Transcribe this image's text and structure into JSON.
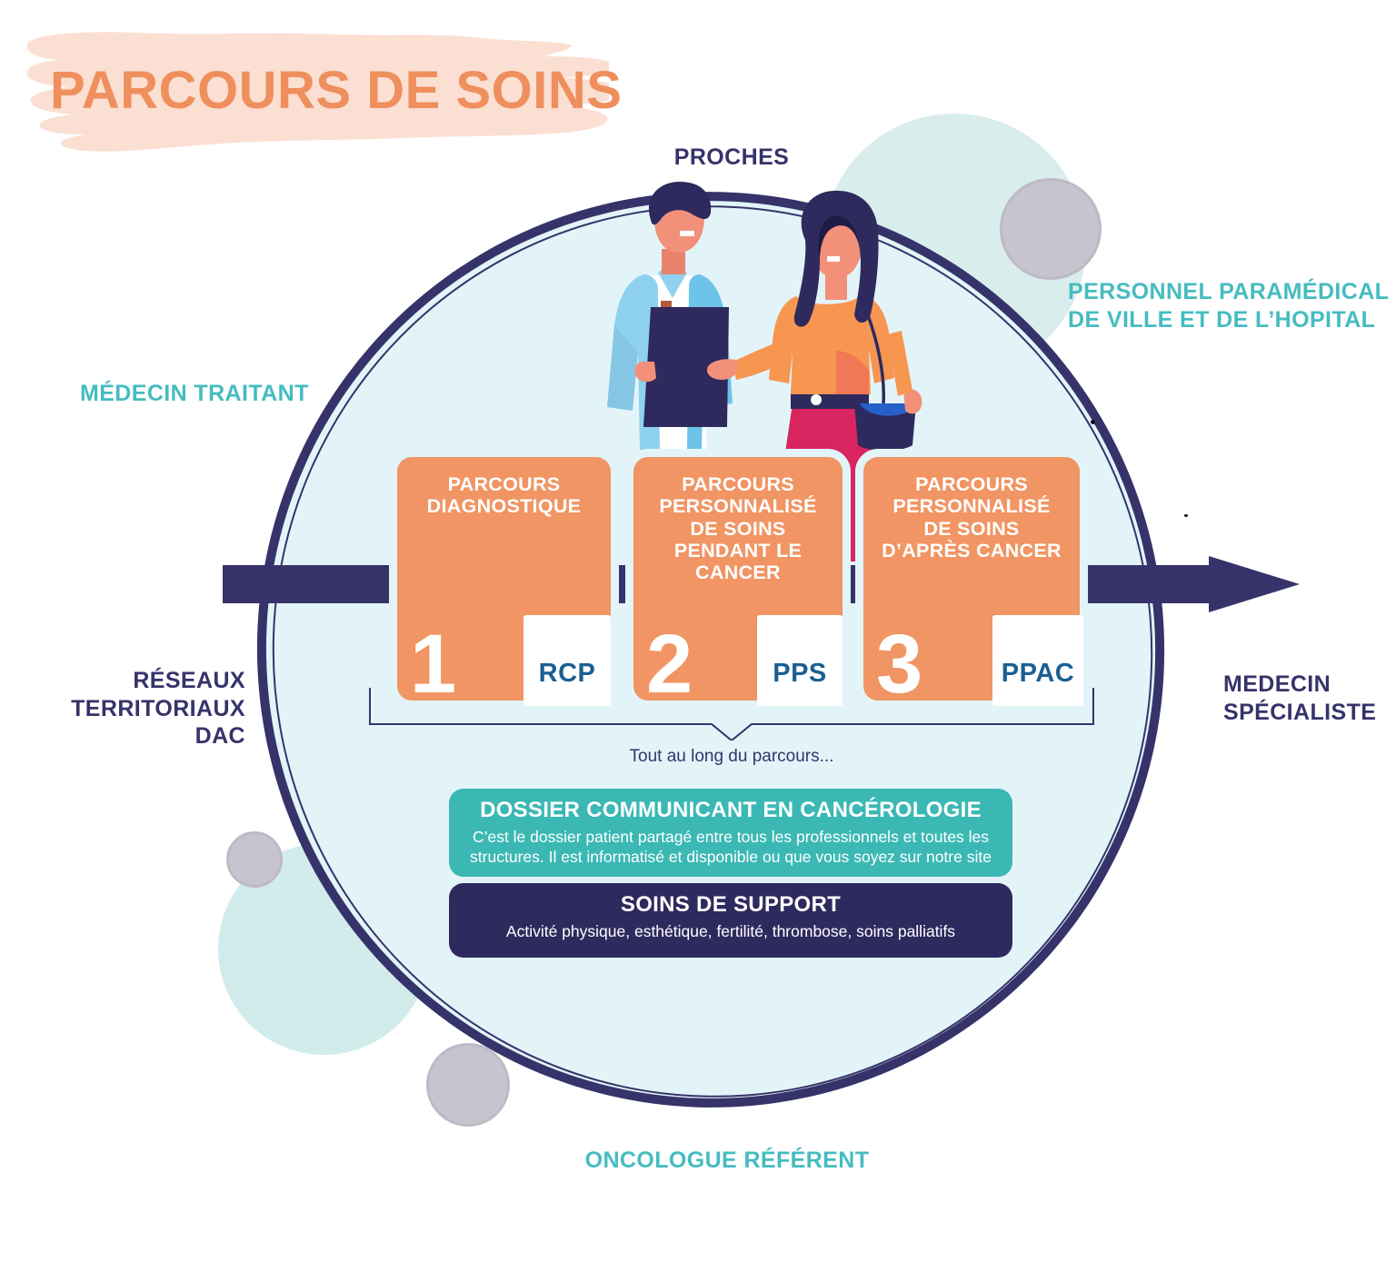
{
  "title": "PARCOURS DE SOINS",
  "colors": {
    "orange": "#f09563",
    "orange_title": "#ef8f5e",
    "brush": "#fadfd2",
    "navy": "#36336a",
    "navy_box": "#2e2a5e",
    "teal": "#45bcc0",
    "teal_box": "#3bb8b4",
    "circle_fill": "#e2f4f8",
    "deco_teal": "#d8edec",
    "deco_gray": "#c7c4cf",
    "tag_text": "#1b5f92"
  },
  "stages": [
    {
      "number": "1",
      "title": "PARCOURS\nDIAGNOSTIQUE",
      "tag": "RCP"
    },
    {
      "number": "2",
      "title": "PARCOURS\nPERSONNALISÉ\nDE SOINS\nPENDANT LE\nCANCER",
      "tag": "PPS"
    },
    {
      "number": "3",
      "title": "PARCOURS\nPERSONNALISÉ\nDE SOINS\nD’APRÈS CANCER",
      "tag": "PPAC"
    }
  ],
  "bracket_caption": "Tout au long du parcours...",
  "info_boxes": [
    {
      "title": "DOSSIER COMMUNICANT EN CANCÉROLOGIE",
      "subtitle": "C’est le dossier patient partagé entre tous les professionnels et toutes les structures. Il est informatisé et disponible ou que vous soyez sur notre site"
    },
    {
      "title": "SOINS DE SUPPORT",
      "subtitle": "Activité physique, esthétique, fertilité, thrombose, soins palliatifs"
    }
  ],
  "ring_labels": {
    "top": "PROCHES",
    "right_top_line1": "PERSONNEL PARAMÉDICAL",
    "right_top_line2": "DE VILLE ET DE L’HOPITAL",
    "left_top": "MÉDECIN TRAITANT",
    "left_bottom_line1": "RÉSEAUX",
    "left_bottom_line2": "TERRITORIAUX",
    "left_bottom_line3": "DAC",
    "right_bottom_line1": "MEDECIN",
    "right_bottom_line2": "SPÉCIALISTE",
    "bottom": "ONCOLOGUE RÉFÉRENT"
  }
}
